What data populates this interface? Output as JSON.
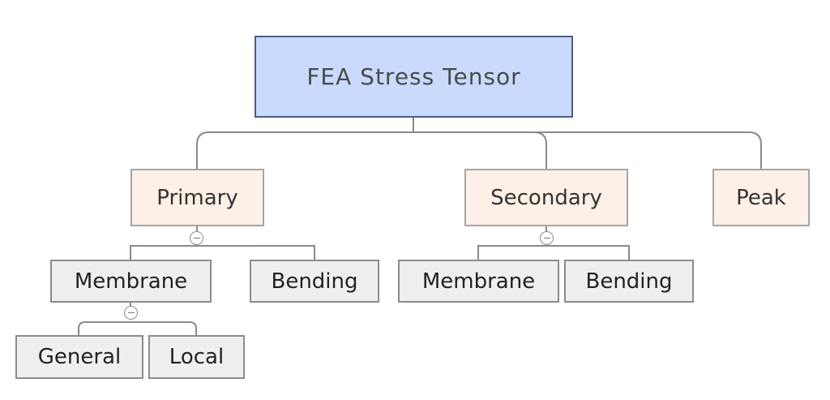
{
  "diagram": {
    "root": {
      "label": "FEA Stress Tensor"
    },
    "primary": {
      "label": "Primary",
      "membrane": {
        "label": "Membrane",
        "general": {
          "label": "General"
        },
        "local": {
          "label": "Local"
        }
      },
      "bending": {
        "label": "Bending"
      }
    },
    "secondary": {
      "label": "Secondary",
      "membrane": {
        "label": "Membrane"
      },
      "bending": {
        "label": "Bending"
      }
    },
    "peak": {
      "label": "Peak"
    }
  },
  "colors": {
    "root_fill": "#c9dafc",
    "root_border": "#4a5e85",
    "category_fill": "#fdf0e7",
    "leaf_fill": "#efefef",
    "connector": "#8a8a8a"
  }
}
